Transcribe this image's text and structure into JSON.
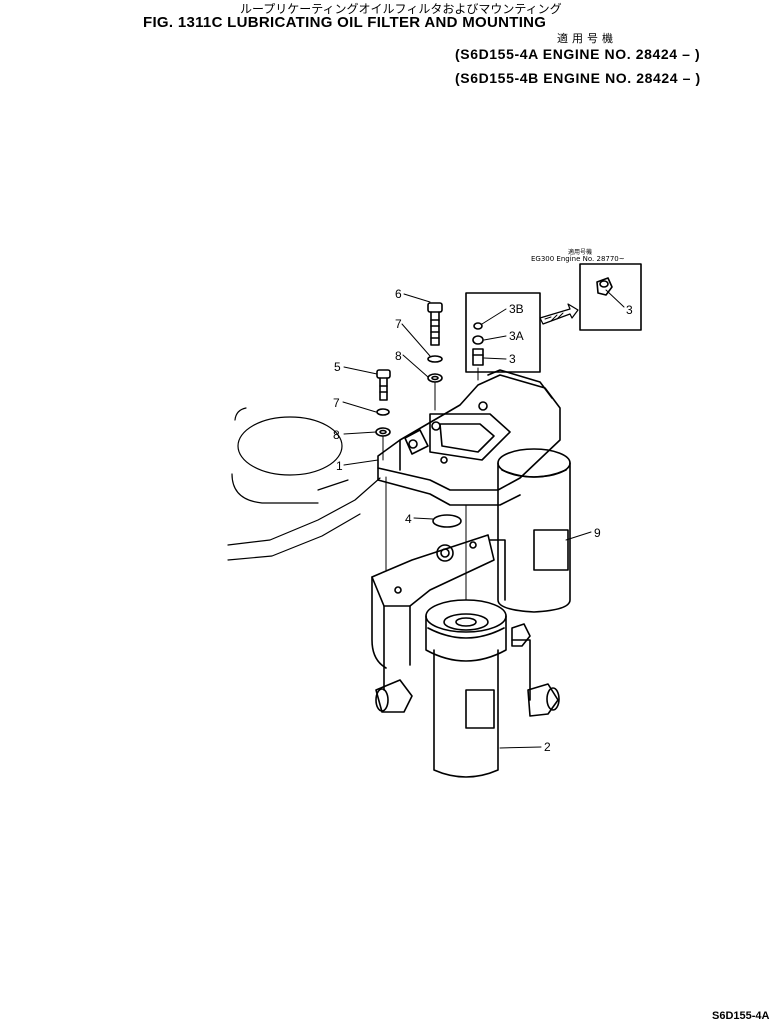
{
  "header": {
    "title_jp": "ループリケーティングオイルフィルタおよびマウンティング",
    "figure_title": "FIG. 1311C  LUBRICATING OIL FILTER AND MOUNTING",
    "applicability_label": "適用号機",
    "engine_line_a": "(S6D155-4A  ENGINE NO. 28424 – )",
    "engine_line_b": "(S6D155-4B  ENGINE NO. 28424 – )"
  },
  "inset": {
    "applicability_label": "適用号機",
    "engine_note": "EG300  Engine  No.  28770~"
  },
  "callouts": [
    "1",
    "2",
    "3",
    "3A",
    "3B",
    "4",
    "5",
    "6",
    "7",
    "7",
    "8",
    "8",
    "9",
    "3"
  ],
  "footer": {
    "document_code": "S6D155-4A"
  }
}
